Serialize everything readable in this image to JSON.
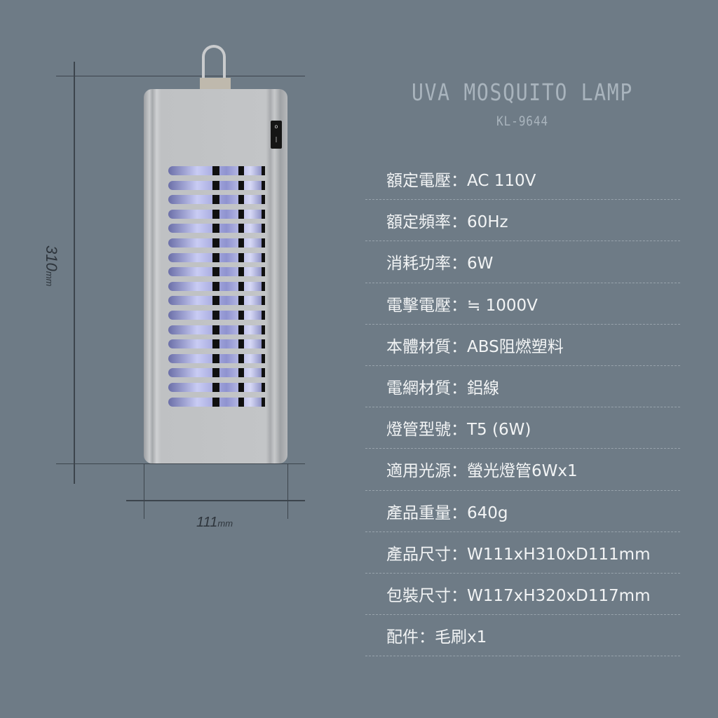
{
  "product": {
    "title": "UVA MOSQUITO LAMP",
    "model": "KL-9644"
  },
  "dimensions": {
    "height_label": "310",
    "width_label": "111",
    "unit": "mm"
  },
  "switch": {
    "on": "|",
    "off": "o"
  },
  "specs": [
    "額定電壓：AC 110V",
    "額定頻率：60Hz",
    "消耗功率：6W",
    "電擊電壓：≒ 1000V",
    "本體材質：ABS阻燃塑料",
    "電網材質：鋁線",
    "燈管型號：T5 (6W)",
    "適用光源：螢光燈管6Wx1",
    "產品重量：640g",
    "產品尺寸：W111xH310xD111mm",
    "包裝尺寸：W117xH320xD117mm",
    "配件：毛刷x1"
  ]
}
